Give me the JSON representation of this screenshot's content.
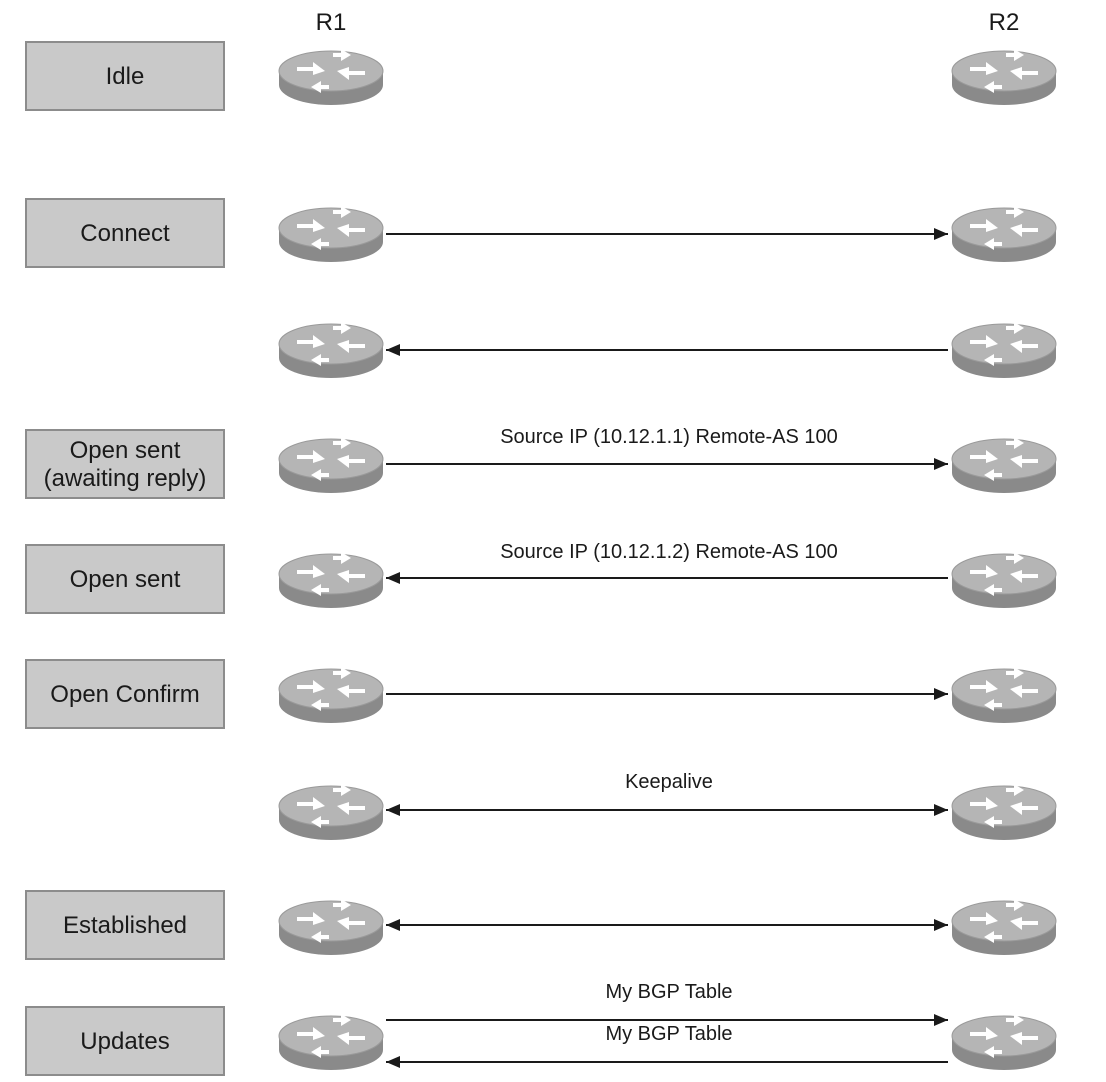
{
  "routers": {
    "left": {
      "label": "R1",
      "icon": "router-icon"
    },
    "right": {
      "label": "R2",
      "icon": "router-icon"
    }
  },
  "states": [
    {
      "id": "idle",
      "lines": [
        "Idle"
      ]
    },
    {
      "id": "connect",
      "lines": [
        "Connect"
      ]
    },
    {
      "id": "open-sent-awaiting",
      "lines": [
        "Open sent",
        "(awaiting reply)"
      ]
    },
    {
      "id": "open-sent",
      "lines": [
        "Open sent"
      ]
    },
    {
      "id": "open-confirm",
      "lines": [
        "Open Confirm"
      ]
    },
    {
      "id": "established",
      "lines": [
        "Established"
      ]
    },
    {
      "id": "updates",
      "lines": [
        "Updates"
      ]
    }
  ],
  "messages": [
    {
      "id": "connect-request",
      "direction": "right",
      "label": ""
    },
    {
      "id": "connect-reply",
      "direction": "left",
      "label": ""
    },
    {
      "id": "open-from-r1",
      "direction": "right",
      "label": "Source IP (10.12.1.1) Remote-AS 100"
    },
    {
      "id": "open-from-r2",
      "direction": "left",
      "label": "Source IP (10.12.1.2) Remote-AS 100"
    },
    {
      "id": "open-confirm",
      "direction": "right",
      "label": ""
    },
    {
      "id": "keepalive",
      "direction": "both",
      "label": "Keepalive"
    },
    {
      "id": "established",
      "direction": "both",
      "label": ""
    },
    {
      "id": "update-r1",
      "direction": "right",
      "label": "My BGP Table"
    },
    {
      "id": "update-r2",
      "direction": "left",
      "label": "My BGP Table"
    }
  ],
  "colors": {
    "state_box_fill": "#c9c9c9",
    "state_box_stroke": "#8c8c8c",
    "router_body": "#8a8a8a",
    "router_top": "#b5b5b5",
    "line": "#1a1a1a"
  }
}
